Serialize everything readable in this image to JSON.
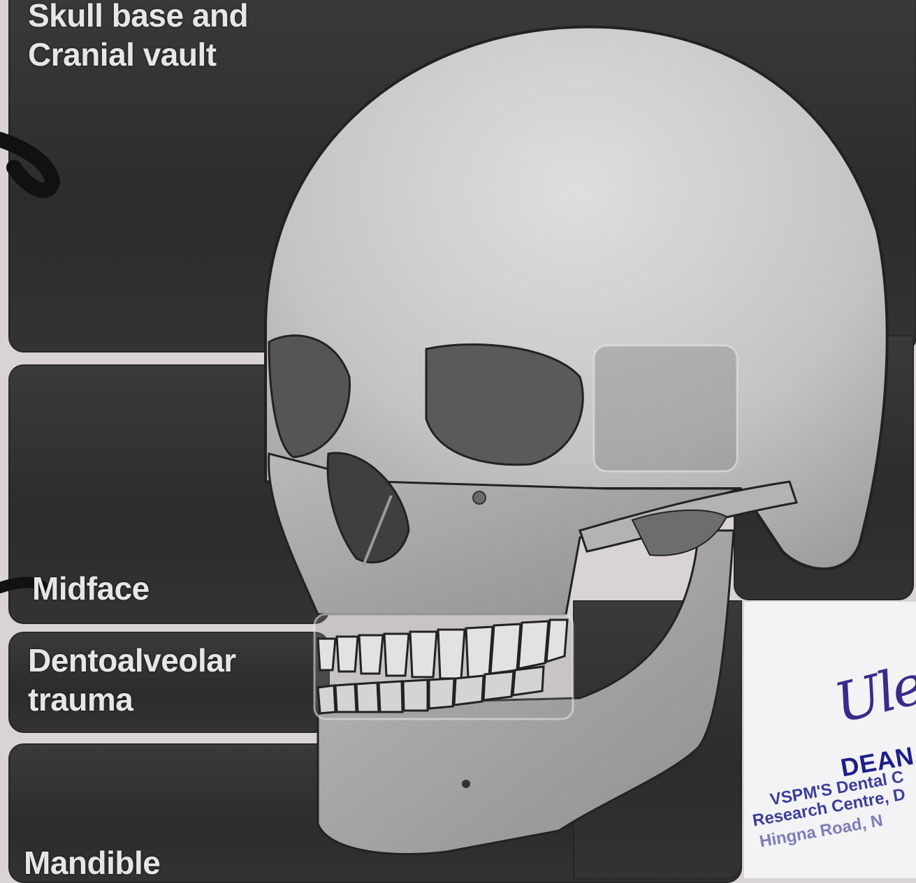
{
  "labels": {
    "cranial": "Skull base and\nCranial vault",
    "midface": "Midface",
    "dento": "Dentoalveolar\ntrauma",
    "mandible": "Mandible"
  },
  "stamp": {
    "signature": "Ule",
    "title": "DEAN",
    "line1": "VSPM'S Dental C",
    "line2": "Research Centre, D",
    "line3": "Hingna Road, N"
  },
  "colors": {
    "panel": "#2f2f2f",
    "bone": "#c7c7c7",
    "stamp_ink": "#1b1f8a"
  }
}
